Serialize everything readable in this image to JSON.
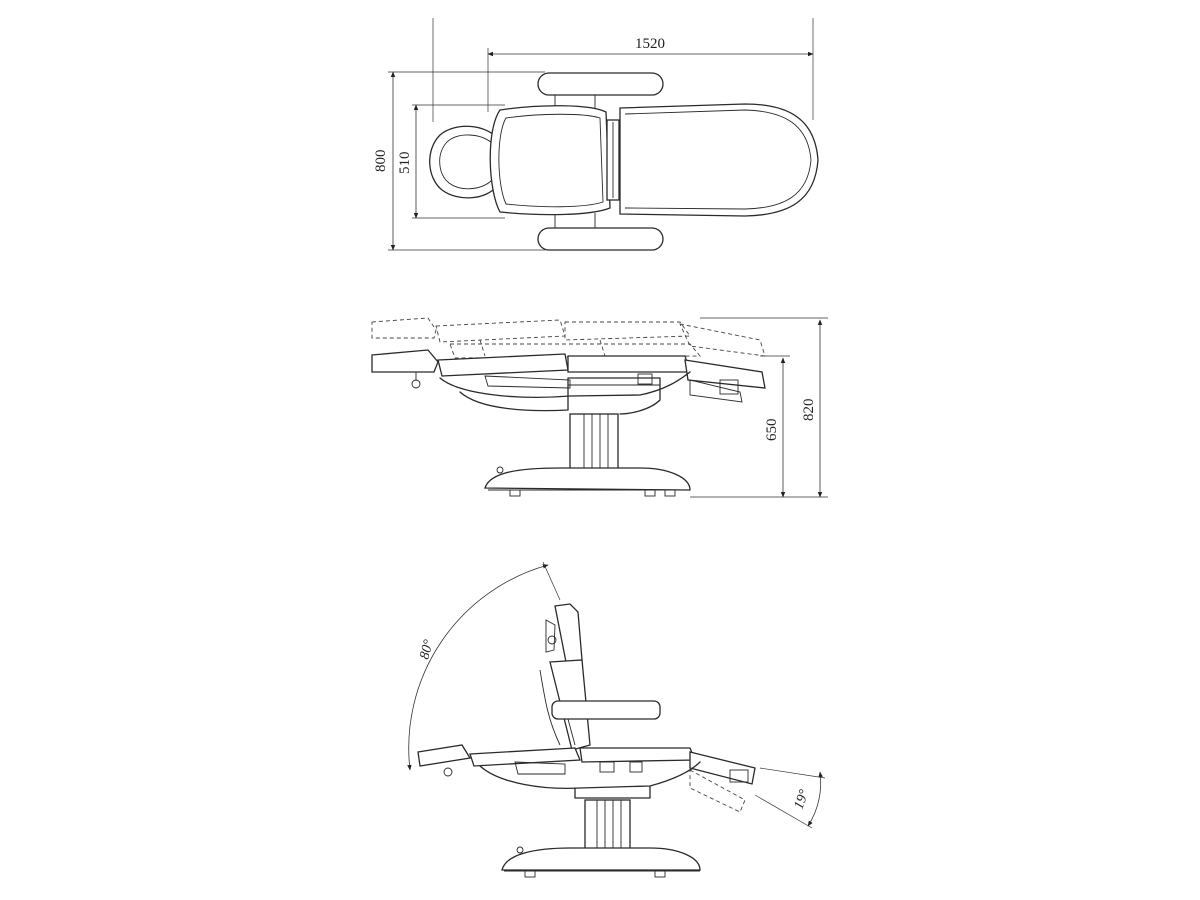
{
  "top_view": {
    "length_label": "1520",
    "width_label": "800",
    "seat_width_label": "510"
  },
  "front_view": {
    "min_height_label": "650",
    "max_height_label": "820"
  },
  "side_view": {
    "backrest_angle_label": "80°",
    "leg_angle_label": "19°"
  },
  "colors": {
    "line": "#2a2a2a",
    "background": "#ffffff"
  }
}
